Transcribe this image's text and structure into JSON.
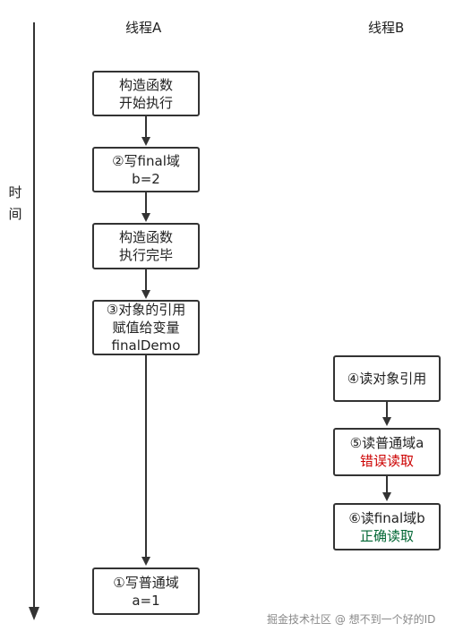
{
  "threads": {
    "a": {
      "title": "线程A"
    },
    "b": {
      "title": "线程B"
    }
  },
  "time_axis": {
    "label_1": "时",
    "label_2": "间"
  },
  "thread_a_steps": [
    {
      "line1": "构造函数",
      "line2": "开始执行"
    },
    {
      "line1": "②写final域",
      "line2": "b=2"
    },
    {
      "line1": "构造函数",
      "line2": "执行完毕"
    },
    {
      "line1": "③对象的引用",
      "line2": "赋值给变量",
      "line3": "finalDemo"
    },
    {
      "line1": "①写普通域",
      "line2": "a=1"
    }
  ],
  "thread_b_steps": [
    {
      "line1": "④读对象引用"
    },
    {
      "line1": "⑤读普通域a",
      "note": "错误读取"
    },
    {
      "line1": "⑥读final域b",
      "note": "正确读取"
    }
  ],
  "colors": {
    "error": "#cc0000",
    "correct": "#006633"
  },
  "watermark": "掘金技术社区 @ 想不到一个好的ID"
}
